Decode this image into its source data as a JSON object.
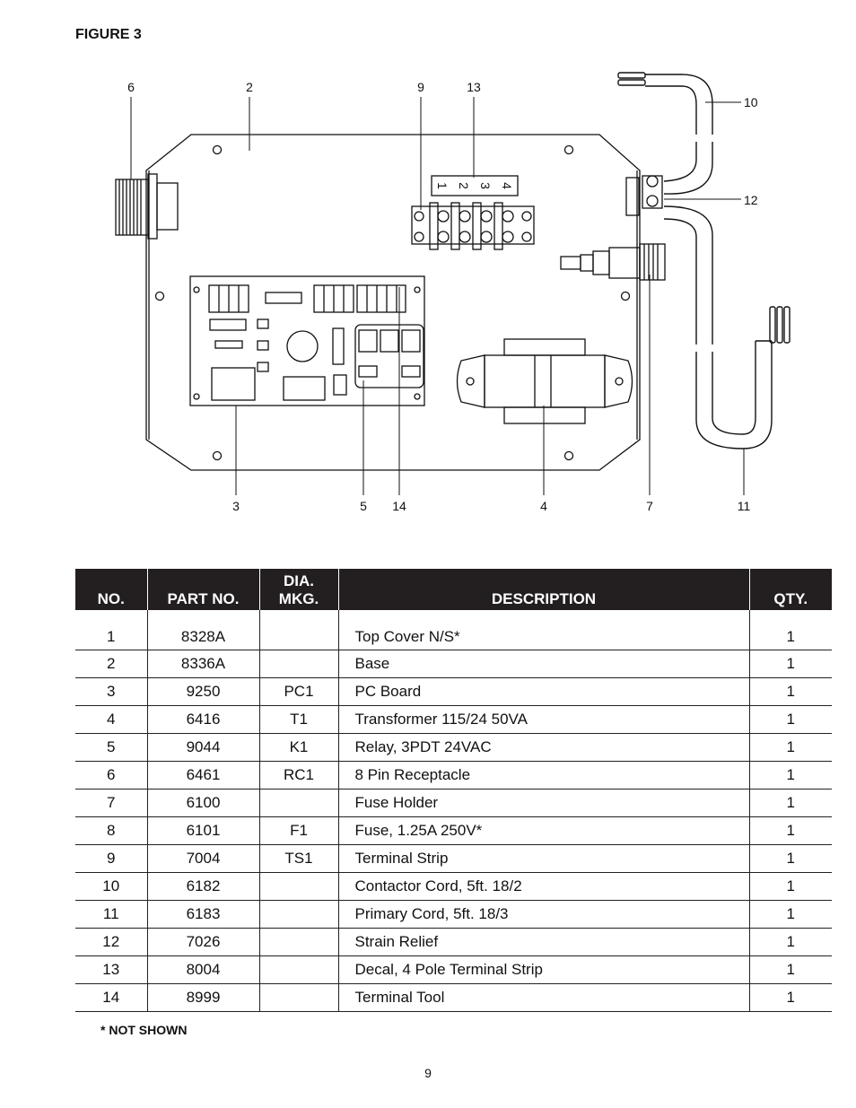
{
  "figure_title": "FIGURE 3",
  "callouts": [
    {
      "label": "6"
    },
    {
      "label": "2"
    },
    {
      "label": "9"
    },
    {
      "label": "13"
    },
    {
      "label": "10"
    },
    {
      "label": "12"
    },
    {
      "label": "3"
    },
    {
      "label": "5"
    },
    {
      "label": "14"
    },
    {
      "label": "4"
    },
    {
      "label": "7"
    },
    {
      "label": "11"
    }
  ],
  "terminal_numbers": [
    "1",
    "2",
    "3",
    "4"
  ],
  "table": {
    "headers": {
      "no": "NO.",
      "part_no": "PART NO.",
      "dia_mkg_line1": "DIA.",
      "dia_mkg_line2": "MKG.",
      "description": "DESCRIPTION",
      "qty": "QTY."
    },
    "rows": [
      {
        "no": "1",
        "part_no": "8328A",
        "dia": "",
        "description": "Top Cover N/S*",
        "qty": "1"
      },
      {
        "no": "2",
        "part_no": "8336A",
        "dia": "",
        "description": "Base",
        "qty": "1"
      },
      {
        "no": "3",
        "part_no": "9250",
        "dia": "PC1",
        "description": "PC Board",
        "qty": "1"
      },
      {
        "no": "4",
        "part_no": "6416",
        "dia": "T1",
        "description": "Transformer 115/24 50VA",
        "qty": "1"
      },
      {
        "no": "5",
        "part_no": "9044",
        "dia": "K1",
        "description": "Relay, 3PDT 24VAC",
        "qty": "1"
      },
      {
        "no": "6",
        "part_no": "6461",
        "dia": "RC1",
        "description": "8 Pin Receptacle",
        "qty": "1"
      },
      {
        "no": "7",
        "part_no": "6100",
        "dia": "",
        "description": "Fuse Holder",
        "qty": "1"
      },
      {
        "no": "8",
        "part_no": "6101",
        "dia": "F1",
        "description": "Fuse, 1.25A 250V*",
        "qty": "1"
      },
      {
        "no": "9",
        "part_no": "7004",
        "dia": "TS1",
        "description": "Terminal Strip",
        "qty": "1"
      },
      {
        "no": "10",
        "part_no": "6182",
        "dia": "",
        "description": "Contactor Cord, 5ft. 18/2",
        "qty": "1"
      },
      {
        "no": "11",
        "part_no": "6183",
        "dia": "",
        "description": "Primary Cord, 5ft. 18/3",
        "qty": "1"
      },
      {
        "no": "12",
        "part_no": "7026",
        "dia": "",
        "description": "Strain Relief",
        "qty": "1"
      },
      {
        "no": "13",
        "part_no": "8004",
        "dia": "",
        "description": "Decal, 4 Pole Terminal Strip",
        "qty": "1"
      },
      {
        "no": "14",
        "part_no": "8999",
        "dia": "",
        "description": "Terminal Tool",
        "qty": "1"
      }
    ]
  },
  "footnote": "* NOT SHOWN",
  "page_number": "9"
}
